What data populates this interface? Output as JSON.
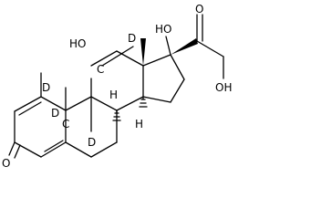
{
  "structure": {
    "labels": {
      "oh_c11": "HO",
      "oh_c17": "HO",
      "oh_c21": "OH",
      "o_c3": "O",
      "o_c20": "O",
      "d_top": "D",
      "d_left": "D",
      "d_mid": "D",
      "d_bottom": "D",
      "c_upper": "C",
      "c_lower": "C",
      "h_c8": "H",
      "h_c14": "H"
    }
  }
}
